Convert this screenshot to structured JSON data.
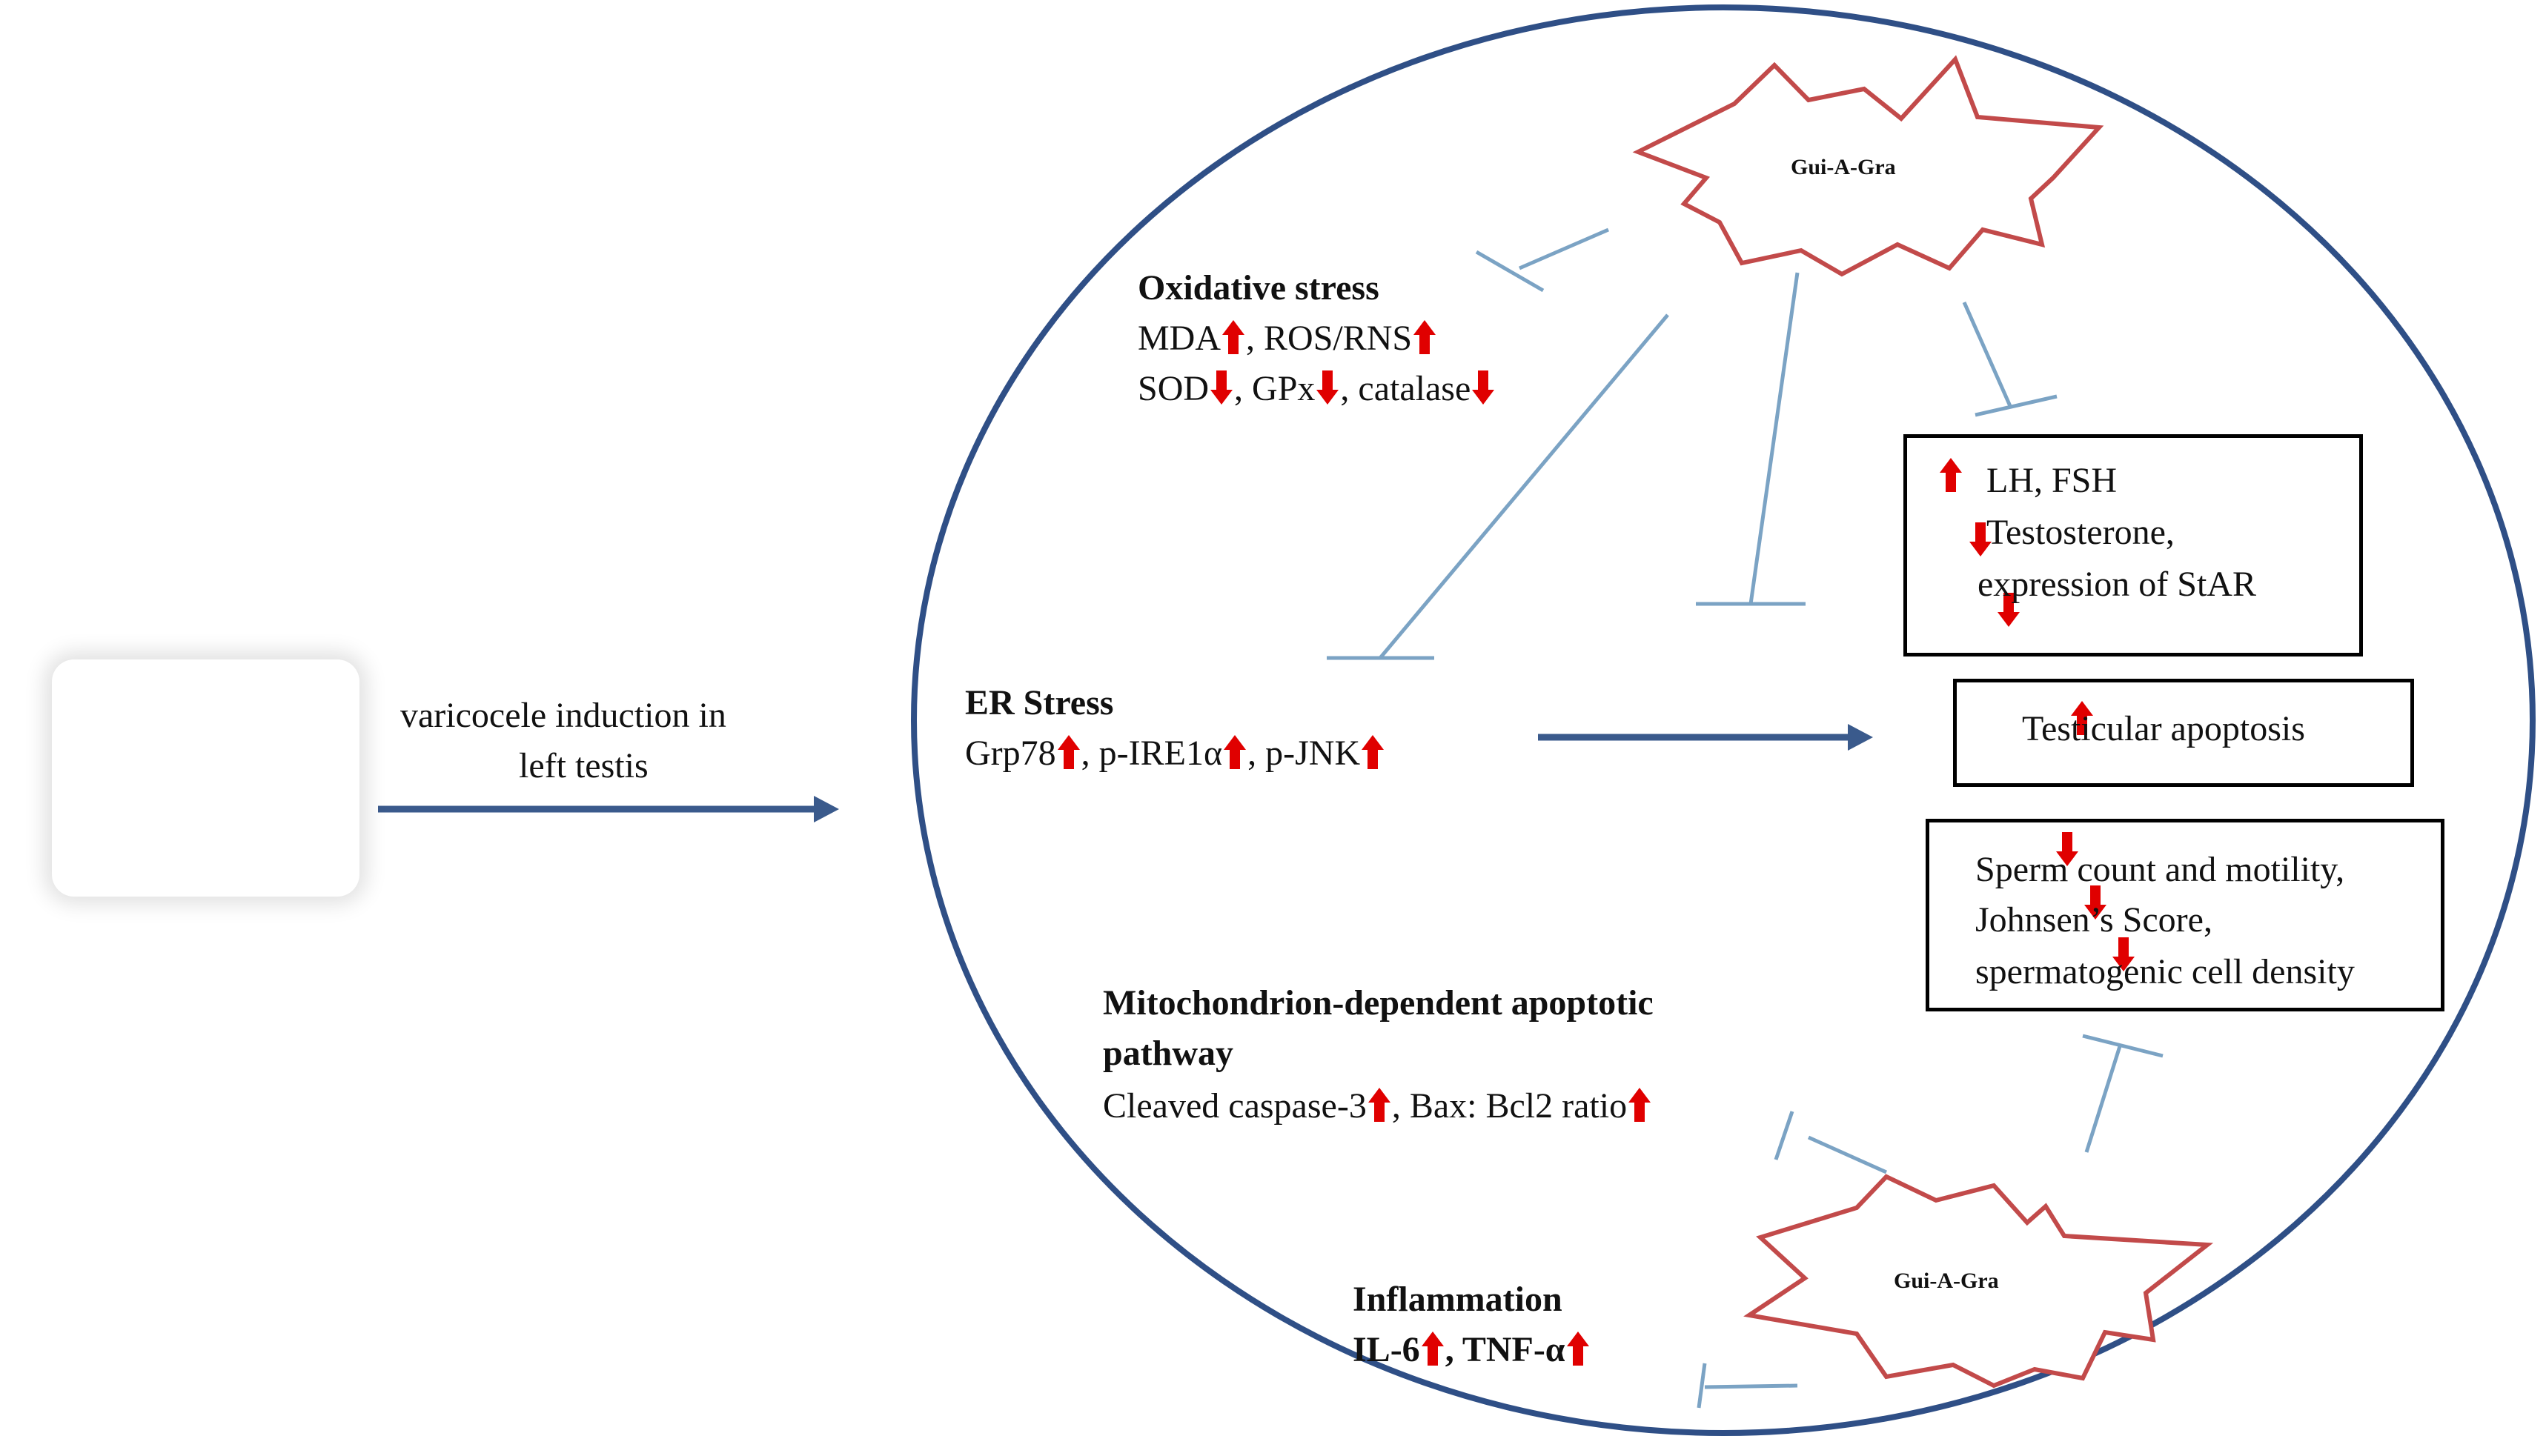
{
  "colors": {
    "flow_arrow": "#3a5a8c",
    "inhibit_line": "#7ba3c4",
    "circle": "#2f4f86",
    "burst": "#c24a4a",
    "arrow_up_down": "#e00000"
  },
  "icons": [
    "rat-image",
    "arrow-up-icon",
    "arrow-down-icon",
    "burst-shape"
  ],
  "induction": {
    "line1": "varicocele induction in",
    "line2": "left testis"
  },
  "burst_top": {
    "label": "Gui-A-Gra"
  },
  "burst_bottom": {
    "label": "Gui-A-Gra"
  },
  "oxidative": {
    "title": "Oxidative stress",
    "mda": "MDA",
    "ros": ", ROS/RNS",
    "sod": "SOD",
    "gpx": ", GPx",
    "catalase": ", catalase"
  },
  "er": {
    "title": "ER Stress",
    "grp78": "Grp78",
    "pire1": ", p-IRE1α",
    "pjnk": ", p-JNK"
  },
  "mito": {
    "title_line1": "Mitochondrion-dependent apoptotic",
    "title_line2": "pathway",
    "caspase": "Cleaved caspase-3",
    "bax": ", Bax: Bcl2 ratio"
  },
  "inflammation": {
    "title": "Inflammation",
    "il6": "IL-6",
    "tnf": ", TNF-α"
  },
  "hormone_box": {
    "line1": "LH, FSH",
    "line2": "Testosterone,",
    "line3": "expression of StAR"
  },
  "apoptosis_box": {
    "label": "Testicular apoptosis"
  },
  "sperm_box": {
    "line1": "Sperm count and motility,",
    "line2": "Johnsen’s Score,",
    "line3": "spermatogenic cell density"
  }
}
